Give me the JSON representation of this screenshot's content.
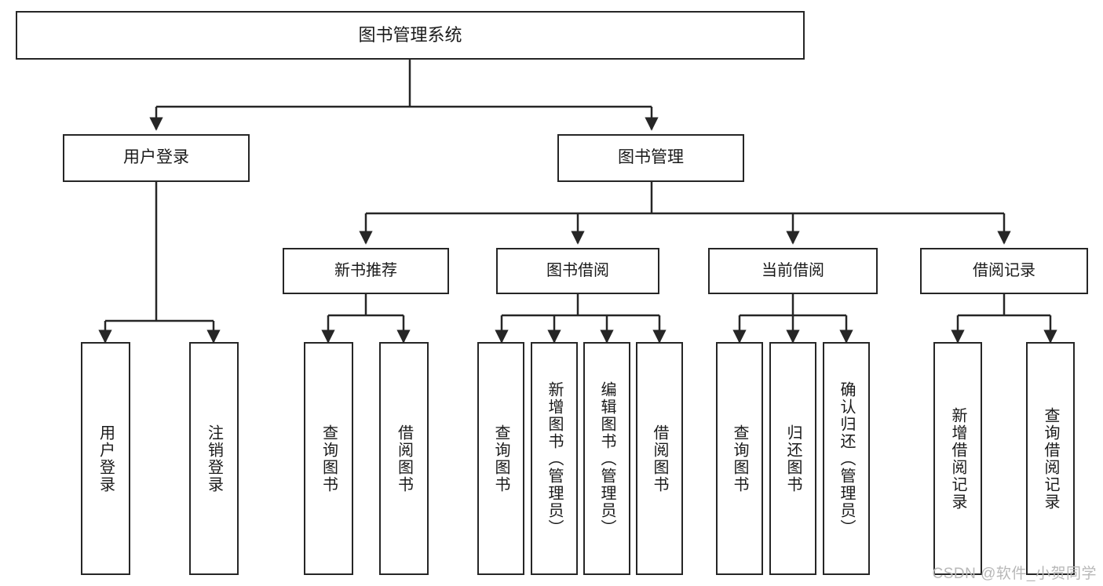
{
  "diagram": {
    "title": "图书管理系统",
    "type": "tree",
    "stroke_color": "#262626",
    "fill_color": "#ffffff",
    "text_color": "#1a1a1a",
    "watermark": "CSDN @软件_小贺同学",
    "nodes": {
      "root": {
        "label": "图书管理系统"
      },
      "level2": [
        {
          "label": "用户登录"
        },
        {
          "label": "图书管理"
        }
      ],
      "level3": [
        {
          "label": "新书推荐"
        },
        {
          "label": "图书借阅"
        },
        {
          "label": "当前借阅"
        },
        {
          "label": "借阅记录"
        }
      ],
      "leaves": {
        "user_login": [
          {
            "label": "用户登录"
          },
          {
            "label": "注销登录"
          }
        ],
        "new_book": [
          {
            "label": "查询图书"
          },
          {
            "label": "借阅图书"
          }
        ],
        "book_borrow": [
          {
            "label": "查询图书"
          },
          {
            "label": "新增图书（管理员）"
          },
          {
            "label": "编辑图书（管理员）"
          },
          {
            "label": "借阅图书"
          }
        ],
        "current_borrow": [
          {
            "label": "查询图书"
          },
          {
            "label": "归还图书"
          },
          {
            "label": "确认归还（管理员）"
          }
        ],
        "borrow_record": [
          {
            "label": "新增借阅记录"
          },
          {
            "label": "查询借阅记录"
          }
        ]
      }
    }
  }
}
